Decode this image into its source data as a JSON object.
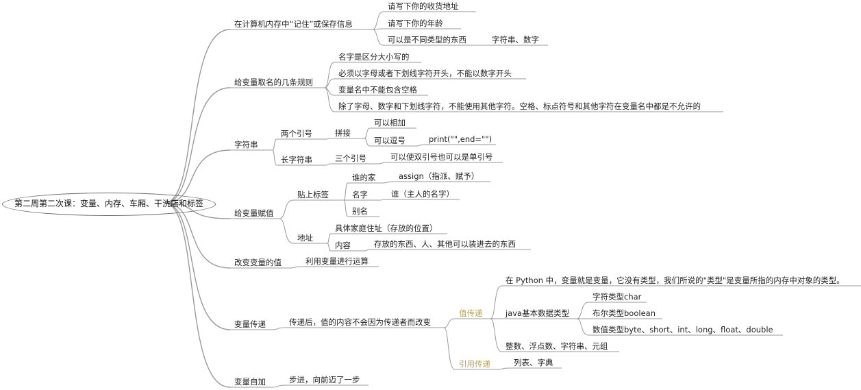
{
  "root": "第二周第二次课：变量、内存、车厢、干洗店和标签",
  "colors": {
    "line": "#9a9a9a",
    "text": "#222222",
    "accent": "#b5a24a"
  },
  "nodes": [
    {
      "id": "n1",
      "label": "在计算机内存中“记住”或保存信息"
    },
    {
      "id": "n1a",
      "label": "请写下你的收货地址"
    },
    {
      "id": "n1b",
      "label": "请写下你的年龄"
    },
    {
      "id": "n1c",
      "label": "可以是不同类型的东西"
    },
    {
      "id": "n1c1",
      "label": "字符串、数字"
    },
    {
      "id": "n2",
      "label": "给变量取名的几条规则"
    },
    {
      "id": "n2a",
      "label": "名字是区分大小写的"
    },
    {
      "id": "n2b",
      "label": "必须以字母或者下划线字符开头，不能以数字开头"
    },
    {
      "id": "n2c",
      "label": "变量名中不能包含空格"
    },
    {
      "id": "n2d",
      "label": "除了字母、数字和下划线字符，不能使用其他字符。空格、标点符号和其他字符在变量名中都是不允许的"
    },
    {
      "id": "n3",
      "label": "字符串"
    },
    {
      "id": "n3a",
      "label": "两个引号"
    },
    {
      "id": "n3a1",
      "label": "拼接"
    },
    {
      "id": "n3a1a",
      "label": "可以相加"
    },
    {
      "id": "n3a1b",
      "label": "可以逗号"
    },
    {
      "id": "n3a1b1",
      "label": "print(\"\",end=\"\")"
    },
    {
      "id": "n3b",
      "label": "长字符串"
    },
    {
      "id": "n3b1",
      "label": "三个引号"
    },
    {
      "id": "n3b1a",
      "label": "可以使双引号也可以是单引号"
    },
    {
      "id": "n4",
      "label": "给变量赋值"
    },
    {
      "id": "n4a",
      "label": "贴上标签"
    },
    {
      "id": "n4a1",
      "label": "谁的家"
    },
    {
      "id": "n4a1a",
      "label": "assign（指派、赋予）"
    },
    {
      "id": "n4a2",
      "label": "名字"
    },
    {
      "id": "n4a2a",
      "label": "谁（主人的名字）"
    },
    {
      "id": "n4a3",
      "label": "别名"
    },
    {
      "id": "n4b",
      "label": "地址"
    },
    {
      "id": "n4b1",
      "label": "具体家庭住址（存放的位置）"
    },
    {
      "id": "n4b2",
      "label": "内容"
    },
    {
      "id": "n4b2a",
      "label": "存放的东西、人、其他可以装进去的东西"
    },
    {
      "id": "n5",
      "label": "改变变量的值"
    },
    {
      "id": "n5a",
      "label": "利用变量进行运算"
    },
    {
      "id": "n6",
      "label": "变量传递"
    },
    {
      "id": "n6a",
      "label": "传递后，值的内容不会因为传递者而改变"
    },
    {
      "id": "n6a1",
      "label": "值传递"
    },
    {
      "id": "n6a1a",
      "label": "在 Python 中，变量就是变量，它没有类型，我们所说的\"类型\"是变量所指的内存中对象的类型。"
    },
    {
      "id": "n6a1b",
      "label": "java基本数据类型"
    },
    {
      "id": "n6a1b1",
      "label": "字符类型char"
    },
    {
      "id": "n6a1b2",
      "label": "布尔类型boolean"
    },
    {
      "id": "n6a1b3",
      "label": "数值类型byte、short、int、long、float、double"
    },
    {
      "id": "n6a1c",
      "label": "整数、浮点数、字符串、元组"
    },
    {
      "id": "n6a2",
      "label": "引用传递"
    },
    {
      "id": "n6a2a",
      "label": "列表、字典"
    },
    {
      "id": "n7",
      "label": "变量自加"
    },
    {
      "id": "n7a",
      "label": "步进，向前迈了一步"
    }
  ]
}
